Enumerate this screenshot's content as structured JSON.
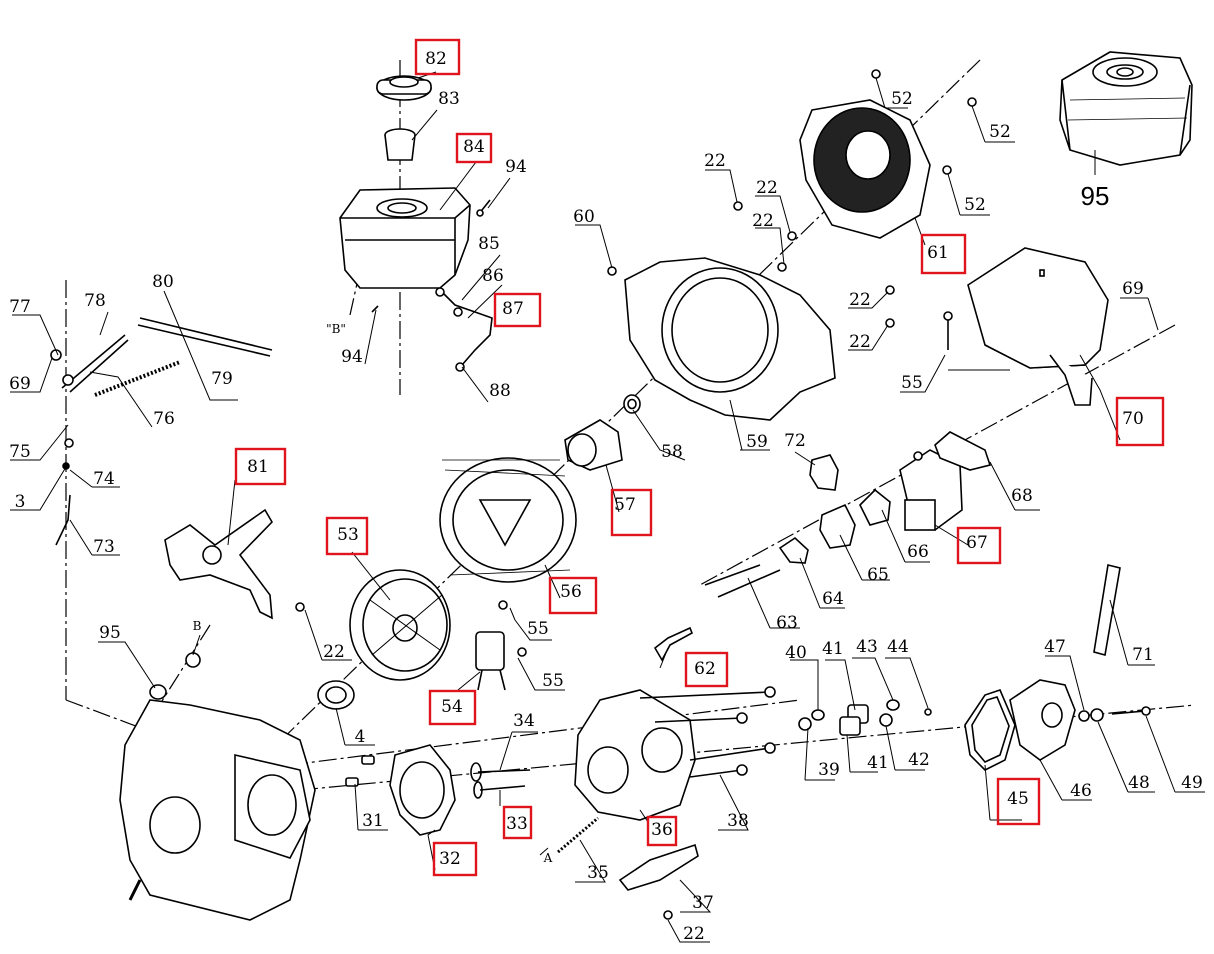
{
  "highlight_color": "#e0141c",
  "labels": {
    "l82": "82",
    "l83": "83",
    "l84": "84",
    "l94a": "94",
    "l85": "85",
    "l86": "86",
    "l87": "87",
    "l88": "88",
    "l94b": "94",
    "lB1": "\"B\"",
    "l80": "80",
    "l78": "78",
    "l77": "77",
    "l69a": "69",
    "l79": "79",
    "l76": "76",
    "l75": "75",
    "l74": "74",
    "l3": "3",
    "l73": "73",
    "l81": "81",
    "l60": "60",
    "l59": "59",
    "l58": "58",
    "l57": "57",
    "l56": "56",
    "l53": "53",
    "l22a": "22",
    "l22b": "22",
    "l22c": "22",
    "l22d": "22",
    "l22e": "22",
    "l22f": "22",
    "l22g": "22",
    "l52a": "52",
    "l52b": "52",
    "l52c": "52",
    "l61": "61",
    "l95top": "95",
    "l69b": "69",
    "l55a": "55",
    "l70": "70",
    "l72": "72",
    "l68": "68",
    "l66": "66",
    "l67": "67",
    "l65": "65",
    "l64": "64",
    "l63": "63",
    "l55b": "55",
    "l55c": "55",
    "l54": "54",
    "l62": "62",
    "l4": "4",
    "l95b": "95",
    "lB2": "B",
    "l31": "31",
    "l32": "32",
    "l34": "34",
    "l33": "33",
    "l35": "35",
    "lA": "A",
    "l36": "36",
    "l37": "37",
    "l38": "38",
    "l39": "39",
    "l40": "40",
    "l41a": "41",
    "l41b": "41",
    "l42": "42",
    "l43": "43",
    "l44": "44",
    "l45": "45",
    "l46": "46",
    "l47": "47",
    "l48": "48",
    "l49": "49",
    "l71": "71"
  },
  "highlighted_parts": [
    "82",
    "84",
    "87",
    "81",
    "53",
    "57",
    "56",
    "54",
    "61",
    "70",
    "67",
    "62",
    "32",
    "33",
    "36",
    "45"
  ]
}
